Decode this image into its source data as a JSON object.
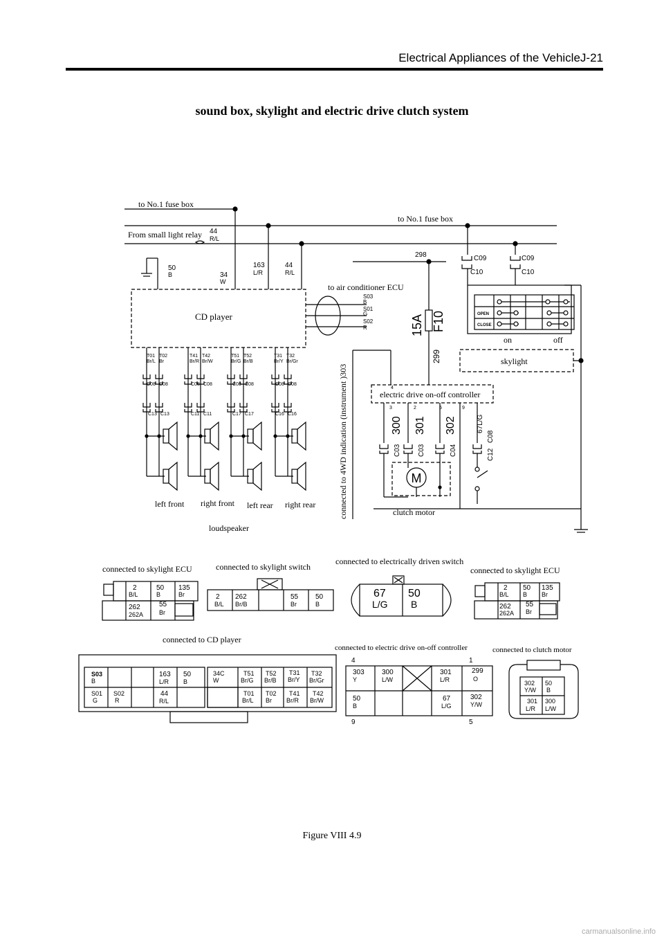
{
  "header": {
    "title": "Electrical Appliances of the VehicleJ-21"
  },
  "title": "sound box, skylight and electric drive clutch system",
  "figure_caption": "Figure VIII 4.9",
  "footer": "carmanualsonline.info",
  "diagram": {
    "wires_top": {
      "fuse_box_1": "to No.1 fuse box",
      "fuse_box_2": "to No.1 fuse box",
      "small_light_relay": "From small light relay",
      "relay_wire": "44",
      "relay_color": "R/L"
    },
    "cd_player": {
      "label": "CD player",
      "ground_wire": "50",
      "ground_color": "B",
      "w34": "34",
      "w34_color": "W",
      "w163": "163",
      "w163_color": "L/R",
      "w44": "44",
      "w44_color": "R/L",
      "ecu_label": "to air conditioner ECU",
      "s03": "S03",
      "s03_color": "B",
      "s01": "S01",
      "s01_color": "G",
      "s02": "S02",
      "s02_color": "R",
      "terms": [
        {
          "a": "T01",
          "b": "Br/L"
        },
        {
          "a": "T02",
          "b": "Br"
        },
        {
          "a": "T41",
          "b": "Br/R"
        },
        {
          "a": "T42",
          "b": "Br/W"
        },
        {
          "a": "T51",
          "b": "Br/G"
        },
        {
          "a": "T52",
          "b": "Br/B"
        },
        {
          "a": "T31",
          "b": "Br/Y"
        },
        {
          "a": "T32",
          "b": "Br/Gr"
        }
      ],
      "upper_connectors": [
        "C08",
        "C08",
        "C08",
        "C08",
        "C08",
        "C08",
        "C08",
        "C08"
      ],
      "lower_connectors": [
        "C13",
        "C13",
        "C11",
        "C11",
        "C17",
        "C17",
        "C16",
        "C16"
      ]
    },
    "loudspeaker": {
      "label": "loudspeaker",
      "groups": [
        "left front",
        "right front",
        "left rear",
        "right rear"
      ]
    },
    "skylight": {
      "label": "skylight",
      "on": "on",
      "off": "off",
      "c09": "C09",
      "c10": "C10",
      "row_open": "OPEN",
      "row_close": "CLOSE"
    },
    "controller": {
      "label": "electric drive on-off controller",
      "w298": "298",
      "fuse_rating": "15A",
      "fuse_name": "F10",
      "w299": "299",
      "w300": "300",
      "w301": "301",
      "w302": "302",
      "w67": "67L/G",
      "c03": "C03",
      "c04": "C04",
      "c12": "C12",
      "c08": "C08",
      "pins": [
        "4",
        "3",
        "2",
        "5",
        "9"
      ],
      "vertical_text": "connected to 4WD indication (instrument )303",
      "motor_letter": "M",
      "motor_label": "clutch motor"
    },
    "connectors": {
      "skylight_ecu_label": "connected to skylight ECU",
      "skylight_ecu": [
        {
          "n": "2",
          "c": "B/L"
        },
        {
          "n": "50",
          "c": "B"
        },
        {
          "n": "135",
          "c": "Br"
        },
        {
          "n": "262",
          "c": "262A"
        },
        {
          "n": "55",
          "c": "Br"
        }
      ],
      "skylight_switch_label": "connected to skylight switch",
      "skylight_switch": [
        {
          "n": "2",
          "c": "B/L"
        },
        {
          "n": "262",
          "c": "Br/B"
        },
        {
          "n": "55",
          "c": "Br"
        },
        {
          "n": "50",
          "c": "B"
        }
      ],
      "elec_switch_label": "connected to electrically driven switch",
      "elec_switch": [
        {
          "n": "67",
          "c": "L/G"
        },
        {
          "n": "50",
          "c": "B"
        }
      ],
      "cd_player_label": "connected to CD player",
      "cd_player": [
        {
          "n": "S03",
          "c": "B"
        },
        {
          "n": "163",
          "c": "L/R"
        },
        {
          "n": "50",
          "c": "B"
        },
        {
          "n": "34C",
          "c": "W"
        },
        {
          "n": "T51",
          "c": "Br/G"
        },
        {
          "n": "T52",
          "c": "Br/B"
        },
        {
          "n": "T31",
          "c": "Br/Y"
        },
        {
          "n": "T32",
          "c": "Br/Gr"
        },
        {
          "n": "S01",
          "c": "G"
        },
        {
          "n": "S02",
          "c": "R"
        },
        {
          "n": "44",
          "c": "R/L"
        },
        {
          "n": "T01",
          "c": "Br/L"
        },
        {
          "n": "T02",
          "c": "Br"
        },
        {
          "n": "T41",
          "c": "Br/R"
        },
        {
          "n": "T42",
          "c": "Br/W"
        }
      ],
      "controller_label": "connected to electric drive on-off controller",
      "controller": [
        {
          "n": "303",
          "c": "Y"
        },
        {
          "n": "300",
          "c": "L/W"
        },
        {
          "n": "301",
          "c": "L/R"
        },
        {
          "n": "299",
          "c": "O"
        },
        {
          "n": "50",
          "c": "B"
        },
        {
          "n": "67",
          "c": "L/G"
        },
        {
          "n": "302",
          "c": "Y/W"
        }
      ],
      "controller_pins": [
        "4",
        "1",
        "9",
        "5"
      ],
      "clutch_motor_label": "connected to clutch motor",
      "clutch_motor": [
        {
          "n": "302",
          "c": "Y/W"
        },
        {
          "n": "50",
          "c": "B"
        },
        {
          "n": "301",
          "c": "L/R"
        },
        {
          "n": "300",
          "c": "L/W"
        }
      ]
    }
  }
}
